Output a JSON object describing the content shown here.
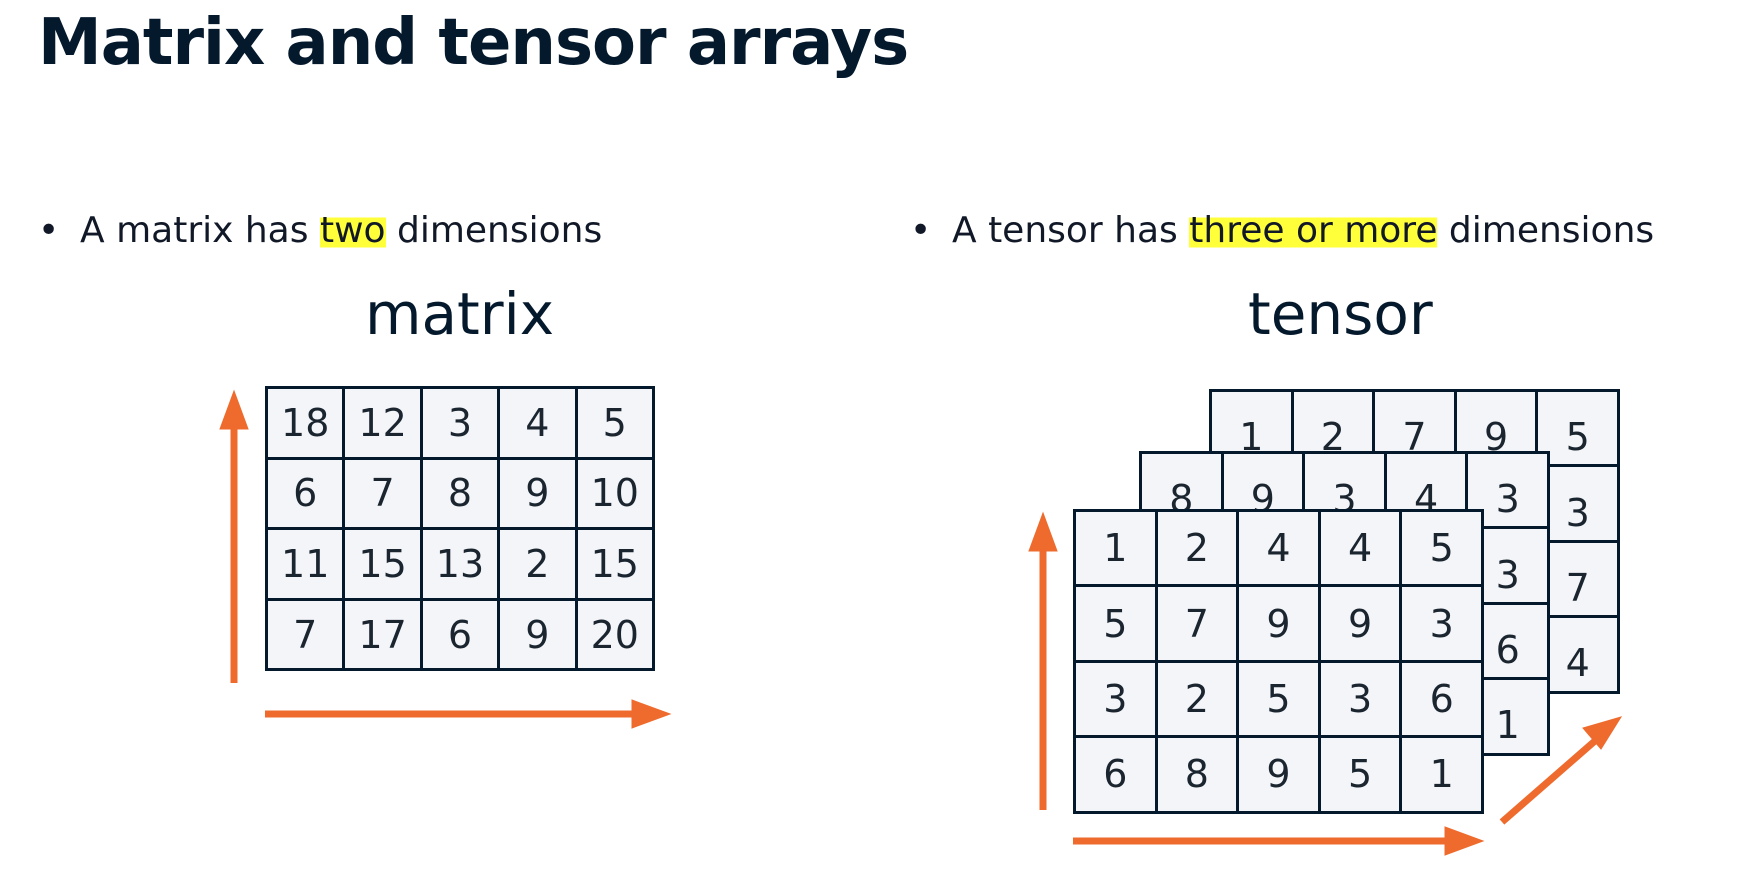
{
  "title": "Matrix and tensor arrays",
  "bullets": {
    "matrix": {
      "marker": "•",
      "before": "A matrix has ",
      "highlight": "two",
      "after": " dimensions"
    },
    "tensor": {
      "marker": "•",
      "before": "A tensor has ",
      "highlight": "three or more",
      "after": " dimensions"
    }
  },
  "matrix": {
    "label": "matrix",
    "rows": [
      [
        "18",
        "12",
        "3",
        "4",
        "5"
      ],
      [
        "6",
        "7",
        "8",
        "9",
        "10"
      ],
      [
        "11",
        "15",
        "13",
        "2",
        "15"
      ],
      [
        "7",
        "17",
        "6",
        "9",
        "20"
      ]
    ]
  },
  "tensor": {
    "label": "tensor",
    "layers": [
      {
        "name": "back",
        "rows": [
          [
            "1",
            "2",
            "7",
            "9",
            "5"
          ],
          [
            "",
            "",
            "",
            "",
            "3"
          ],
          [
            "",
            "",
            "",
            "",
            "7"
          ],
          [
            "",
            "",
            "",
            "",
            "4"
          ]
        ]
      },
      {
        "name": "middle",
        "rows": [
          [
            "8",
            "9",
            "3",
            "4",
            "3"
          ],
          [
            "",
            "",
            "",
            "",
            "3"
          ],
          [
            "",
            "",
            "",
            "",
            "6"
          ],
          [
            "",
            "",
            "",
            "",
            "1"
          ]
        ]
      },
      {
        "name": "front",
        "rows": [
          [
            "1",
            "2",
            "4",
            "4",
            "5"
          ],
          [
            "5",
            "7",
            "9",
            "9",
            "3"
          ],
          [
            "3",
            "2",
            "5",
            "3",
            "6"
          ],
          [
            "6",
            "8",
            "9",
            "5",
            "1"
          ]
        ]
      }
    ]
  },
  "colors": {
    "arrow": "#ee6b2d",
    "highlight": "#ffff3a",
    "cell_border": "#05192d",
    "cell_fill": "#f4f5f8",
    "title": "#05192d"
  }
}
